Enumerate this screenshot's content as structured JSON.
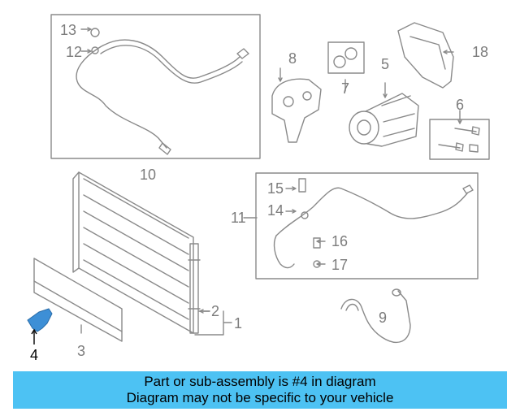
{
  "callouts": [
    {
      "id": "1",
      "label": "1"
    },
    {
      "id": "2",
      "label": "2"
    },
    {
      "id": "3",
      "label": "3"
    },
    {
      "id": "4",
      "label": "4"
    },
    {
      "id": "5",
      "label": "5"
    },
    {
      "id": "6",
      "label": "6"
    },
    {
      "id": "7",
      "label": "7"
    },
    {
      "id": "8",
      "label": "8"
    },
    {
      "id": "9",
      "label": "9"
    },
    {
      "id": "10",
      "label": "10"
    },
    {
      "id": "11",
      "label": "11"
    },
    {
      "id": "12",
      "label": "12"
    },
    {
      "id": "13",
      "label": "13"
    },
    {
      "id": "14",
      "label": "14"
    },
    {
      "id": "15",
      "label": "15"
    },
    {
      "id": "16",
      "label": "16"
    },
    {
      "id": "17",
      "label": "17"
    },
    {
      "id": "18",
      "label": "18"
    }
  ],
  "highlighted_part": "4",
  "banner": {
    "line1": "Part or sub-assembly is #4 in diagram",
    "line2": "Diagram may not be specific to your vehicle"
  },
  "colors": {
    "line_art": "#8a8a8a",
    "highlight_part": "#3d8fd6",
    "banner_bg": "#4dc2f3"
  }
}
